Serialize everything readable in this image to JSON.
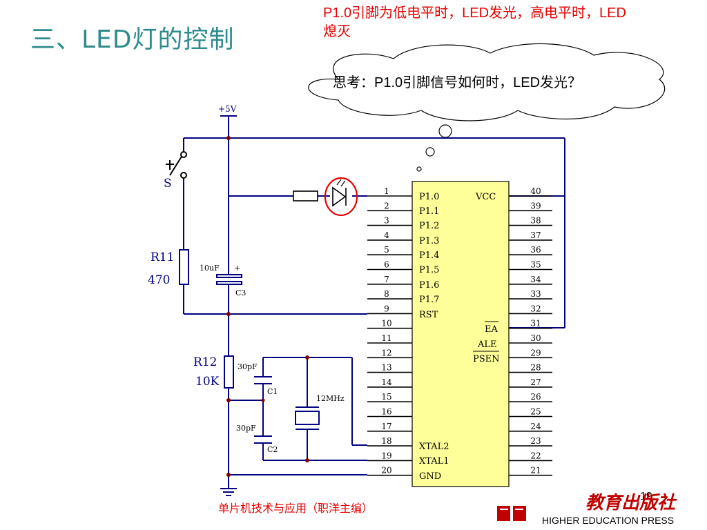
{
  "slide": {
    "title": "三、LED灯的控制",
    "note": "P1.0引脚为低电平时，LED发光，高电平时，LED熄灭",
    "thought": "思考：P1.0引脚信号如何时，LED发光？",
    "footer": "单片机技术与应用（职洋主编）",
    "page_number": "19"
  },
  "publisher": {
    "name_cn": "教育出版社",
    "name_en": "HIGHER EDUCATION PRESS",
    "color": "#c00000"
  },
  "circuit": {
    "supply": "+5V",
    "switch": "S",
    "r11_name": "R11",
    "r11_value": "470",
    "cap_c3_value": "10uF",
    "cap_c3_name": "C3",
    "r12_name": "R12",
    "r12_value": "10K",
    "c1_value": "30pF",
    "c1_name": "C1",
    "c2_value": "30pF",
    "c2_name": "C2",
    "crystal": "12MHz",
    "left_pins": [
      "1",
      "2",
      "3",
      "4",
      "5",
      "6",
      "7",
      "8",
      "9",
      "10",
      "11",
      "12",
      "13",
      "14",
      "15",
      "16",
      "17",
      "18",
      "19",
      "20"
    ],
    "right_pins": [
      "40",
      "39",
      "38",
      "37",
      "36",
      "35",
      "34",
      "33",
      "32",
      "31",
      "30",
      "29",
      "28",
      "27",
      "26",
      "25",
      "24",
      "23",
      "22",
      "21"
    ],
    "left_labels": [
      "P1.0",
      "P1.1",
      "P1.2",
      "P1.3",
      "P1.4",
      "P1.5",
      "P1.6",
      "P1.7",
      "RST",
      "XTAL2",
      "XTAL1",
      "GND"
    ],
    "right_labels": [
      "VCC",
      "EA",
      "ALE",
      "PSEN"
    ],
    "chip_color": "#ffff99",
    "wire_color": "#000080",
    "highlight_color": "#e60000"
  }
}
